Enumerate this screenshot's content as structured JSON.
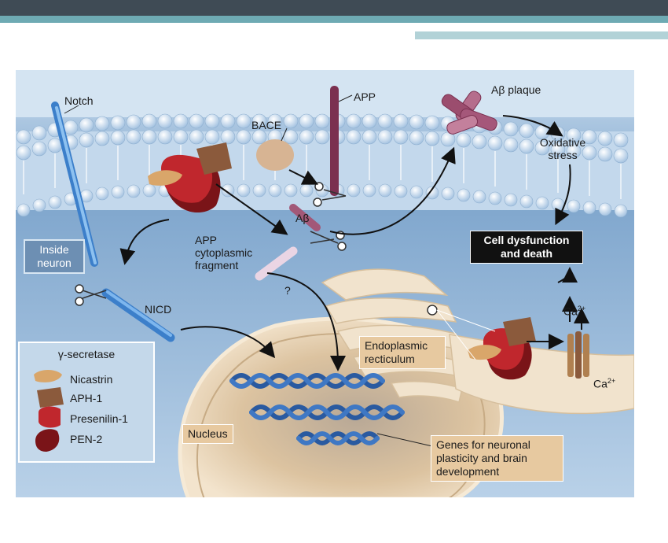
{
  "slide": {
    "colors": {
      "bar": "#3f4b55",
      "accent": "#6eaab3",
      "accent_light": "#b2d2d7"
    }
  },
  "diagram": {
    "labels": {
      "notch": "Notch",
      "bace": "BACE",
      "app": "APP",
      "abeta_plaque": "Aβ plaque",
      "oxidative_stress": "Oxidative stress",
      "cell_dysfunction": "Cell dysfunction and death",
      "inside_neuron": "Inside neuron",
      "app_fragment": "APP cytoplasmic fragment",
      "abeta": "Aβ",
      "nicd": "NICD",
      "question": "?",
      "ca_top": "Ca",
      "ca_bottom": "Ca",
      "ca_charge": "2+",
      "er": "Endoplasmic recticulum",
      "nucleus": "Nucleus",
      "genes": "Genes for neuronal plasticity and brain development"
    },
    "legend": {
      "title": "γ-secretase",
      "items": [
        "Nicastrin",
        "APH-1",
        "Presenilin-1",
        "PEN-2"
      ]
    },
    "colors": {
      "background": "#a9c8e4",
      "membrane": "#dbe9f5",
      "notch": "#4a90d9",
      "app": "#8a3b5a",
      "nicastrin": "#d9a66a",
      "aph1": "#8b5a3c",
      "presenilin": "#c0272d",
      "pen2": "#7a1418",
      "nucleus": "#e3c9a4",
      "dna": "#2a5aa0"
    }
  }
}
